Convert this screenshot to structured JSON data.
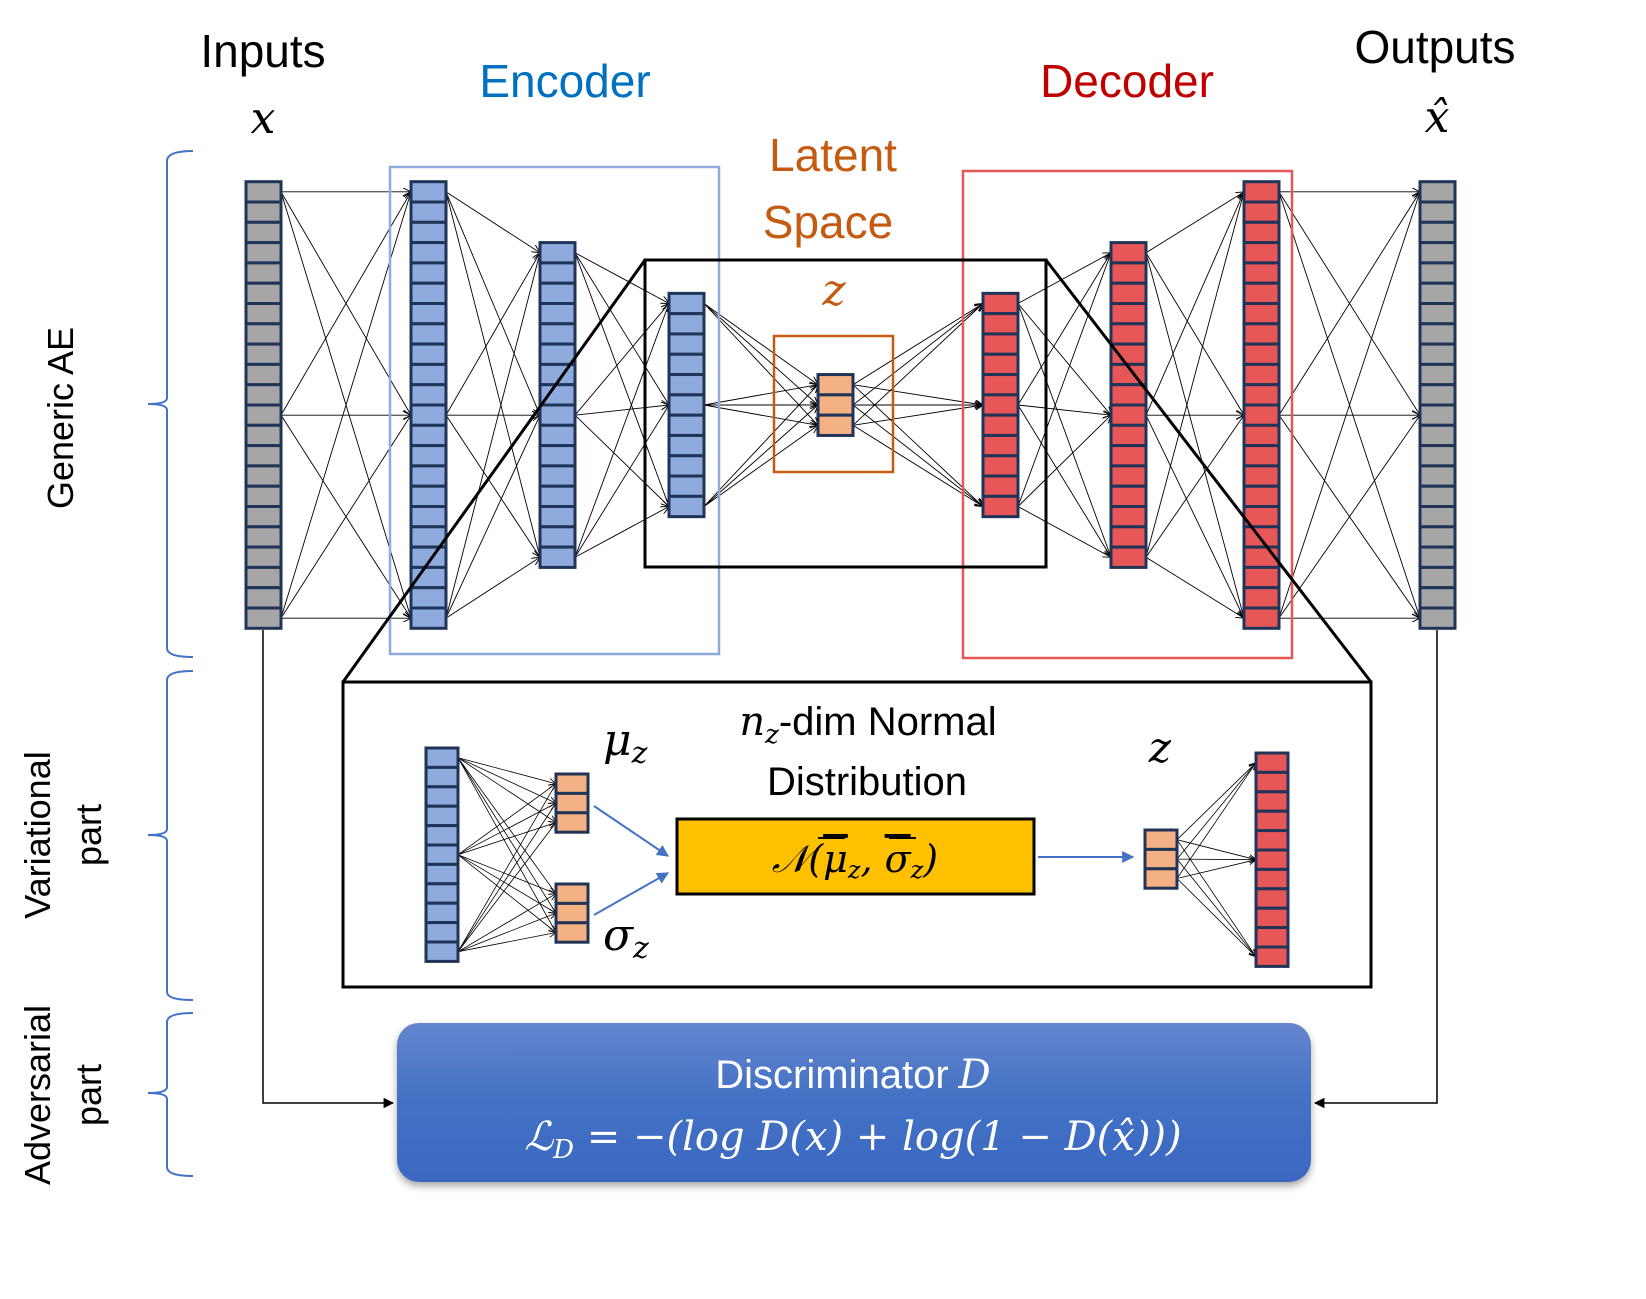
{
  "titles": {
    "inputs": "Inputs",
    "inputs_symbol": "x",
    "encoder": "Encoder",
    "latent_line1": "Latent",
    "latent_line2": "Space",
    "latent_symbol": "z",
    "decoder": "Decoder",
    "outputs": "Outputs",
    "outputs_symbol": "x̂"
  },
  "side_labels": {
    "generic": "Generic AE",
    "variational_line1": "Variational",
    "variational_line2": "part",
    "adversarial_line1": "Adversarial",
    "adversarial_line2": "part"
  },
  "colors": {
    "encoder": "#0070c0",
    "decoder": "#c00000",
    "latent": "#c55a11",
    "input_cell": "#a6a6a6",
    "encoder_cell": "#8faadc",
    "decoder_cell": "#e85757",
    "latent_cell": "#f4b183",
    "cell_border": "#1f3458",
    "encoder_box": "#8faadc",
    "decoder_box": "#e85757",
    "bracket": "#4472c4",
    "normal_box": "#ffc000",
    "discriminator_top": "#6585cf",
    "discriminator_bottom": "#3a68c2"
  },
  "network": {
    "layers": [
      {
        "role": "input",
        "cells": 22
      },
      {
        "role": "encoder",
        "cells": 22
      },
      {
        "role": "encoder",
        "cells": 16
      },
      {
        "role": "encoder",
        "cells": 11
      },
      {
        "role": "latent",
        "cells": 3
      },
      {
        "role": "decoder",
        "cells": 11
      },
      {
        "role": "decoder",
        "cells": 16
      },
      {
        "role": "decoder",
        "cells": 22
      },
      {
        "role": "output",
        "cells": 22
      }
    ]
  },
  "variational": {
    "title_sub": "z",
    "title_prefix": "n",
    "title_rest": "-dim Normal",
    "title_line2": "Distribution",
    "mu_label": "μ",
    "mu_sub": "z",
    "sigma_label": "σ",
    "sigma_sub": "z",
    "z_label": "z",
    "normal_formula": "𝒩 (μz, σz)",
    "encoder_cells": 11,
    "mu_cells": 3,
    "sigma_cells": 3,
    "z_cells": 3,
    "decoder_cells": 11
  },
  "discriminator": {
    "title": "Discriminator",
    "title_symbol": "D",
    "loss": "ℒ_D = −(log D(x) + log(1 − D(x̂)))"
  }
}
